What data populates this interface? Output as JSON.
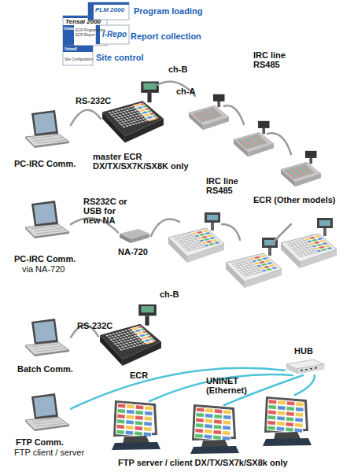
{
  "diagram": {
    "nodes": [
      {
        "text": [
          "PC-IRC Comm."
        ]
      },
      {
        "text": [
          "master ECR DX/TX/SX7K/SX8K only"
        ]
      },
      {
        "text": [
          "PC-IRC Comm.",
          "via NA-720"
        ]
      },
      {
        "text": [
          "NA-720"
        ]
      },
      {
        "text": [
          "Batch Comm."
        ]
      },
      {
        "text": [
          "ECR"
        ]
      },
      {
        "text": [
          "HUB"
        ]
      },
      {
        "text": [
          "FTP Comm.",
          "FTP client / server"
        ]
      }
    ],
    "edges": [
      {
        "from": 0,
        "to": 1,
        "label": "RS-232C",
        "arrow": "none"
      },
      {
        "from": 2,
        "to": 3,
        "label": "RS232C or USB for new NA",
        "arrow": "none"
      },
      {
        "from": 4,
        "to": 5,
        "label": "RS-232C",
        "arrow": "none"
      },
      {
        "from": 7,
        "to": 6,
        "label": "UNINET (Ethernet)",
        "arrow": "none"
      }
    ],
    "labels": [
      "Program loading",
      "Report collection",
      "Site control",
      "Tensai 2000",
      "PLM 2000",
      "i-Repo",
      "Uniwell",
      "Uniwell",
      "ECR Programming",
      "ECR Report",
      "Site Configuration",
      "ch-B",
      "ch-A",
      "IRC line RS485",
      "IRC line RS485",
      "ECR (Other models)",
      "ch-B",
      "FTP server / client DX/TX/SX7k/SX8k only"
    ]
  }
}
